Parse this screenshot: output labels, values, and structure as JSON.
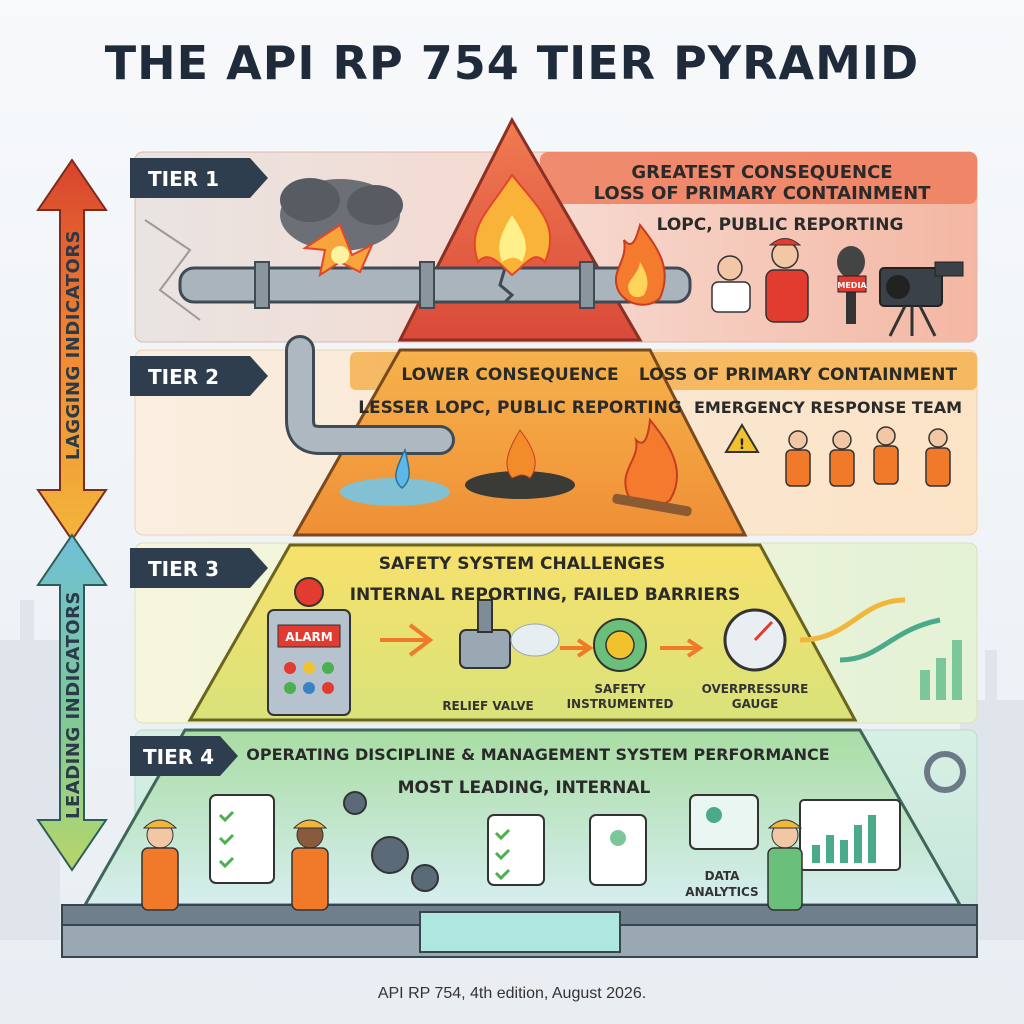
{
  "title": "THE API RP 754 TIER PYRAMID",
  "side_labels": {
    "lagging": "LAGGING INDICATORS",
    "leading": "LEADING INDICATORS"
  },
  "tiers": [
    {
      "tab": "TIER 1",
      "line1": "GREATEST CONSEQUENCE",
      "line2": "LOSS OF PRIMARY CONTAINMENT",
      "line3": "LOPC, PUBLIC REPORTING",
      "badge": "MEDIA"
    },
    {
      "tab": "TIER 2",
      "line1a": "LOWER CONSEQUENCE",
      "line1b": "LOSS OF PRIMARY CONTAINMENT",
      "line2": "LESSER LOPC, PUBLIC REPORTING",
      "line3": "EMERGENCY RESPONSE TEAM"
    },
    {
      "tab": "TIER 3",
      "line1": "SAFETY SYSTEM CHALLENGES",
      "line2": "INTERNAL REPORTING, FAILED BARRIERS",
      "alarm": "ALARM",
      "relief": "RELIEF VALVE",
      "safety1": "SAFETY",
      "safety2": "INSTRUMENTED",
      "over1": "OVERPRESSURE",
      "over2": "GAUGE"
    },
    {
      "tab": "TIER 4",
      "line1": "OPERATING DISCIPLINE & MANAGEMENT SYSTEM PERFORMANCE",
      "line2": "MOST LEADING, INTERNAL",
      "data1": "DATA",
      "data2": "ANALYTICS"
    }
  ],
  "footer": "API RP 754, 4th edition, August 2026.",
  "colors": {
    "tier1": "#e8563f",
    "tier2": "#f2a23c",
    "tier3": "#f4d85a",
    "tier4": "#8fd19e",
    "tab": "#2f3e4f"
  }
}
